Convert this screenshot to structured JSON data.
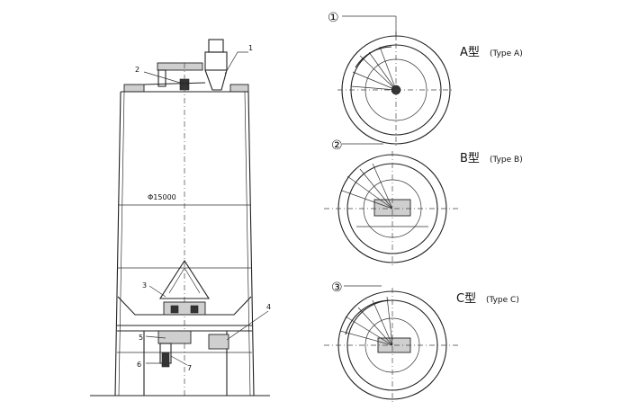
{
  "elevation": {
    "diameter_label": "Φ15000",
    "callouts": [
      "1",
      "2",
      "3",
      "4",
      "5",
      "6",
      "7"
    ]
  },
  "plans": [
    {
      "marker": "①",
      "type_cn": "A型",
      "type_en": "(Type A)"
    },
    {
      "marker": "②",
      "type_cn": "B型",
      "type_en": "(Type B)"
    },
    {
      "marker": "③",
      "type_cn": "C型",
      "type_en": "(Type C)"
    }
  ]
}
